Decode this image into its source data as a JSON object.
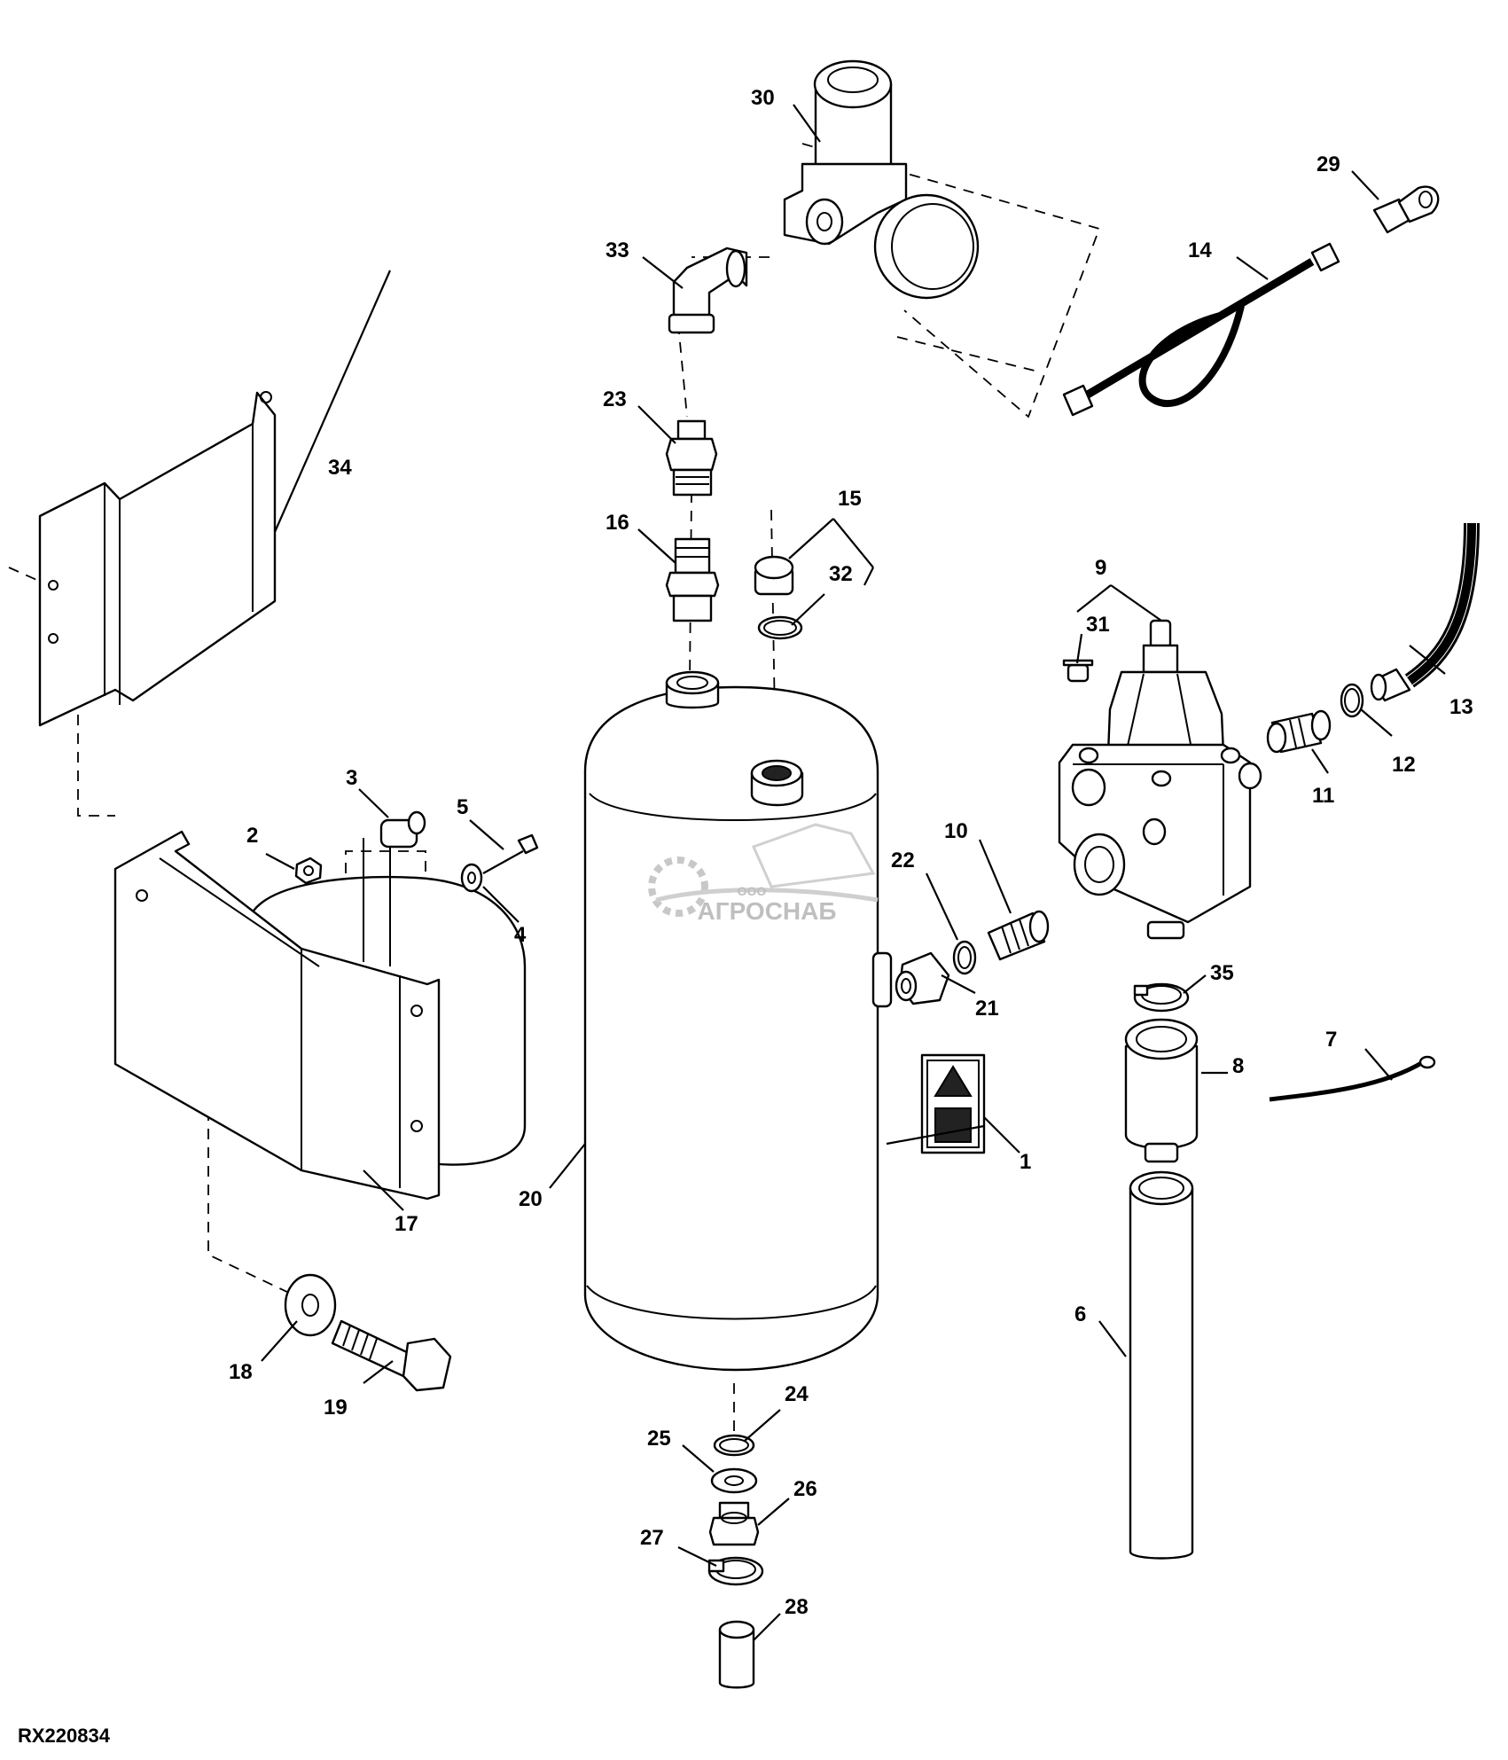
{
  "diagram": {
    "reference_code": "RX220834",
    "watermark": {
      "small": "ООО",
      "large": "АГРОСНАБ"
    },
    "callouts": [
      "1",
      "2",
      "3",
      "4",
      "5",
      "6",
      "7",
      "8",
      "9",
      "10",
      "11",
      "12",
      "13",
      "14",
      "15",
      "16",
      "17",
      "18",
      "19",
      "20",
      "21",
      "22",
      "23",
      "24",
      "25",
      "26",
      "27",
      "28",
      "29",
      "30",
      "31",
      "32",
      "33",
      "34",
      "35"
    ]
  }
}
